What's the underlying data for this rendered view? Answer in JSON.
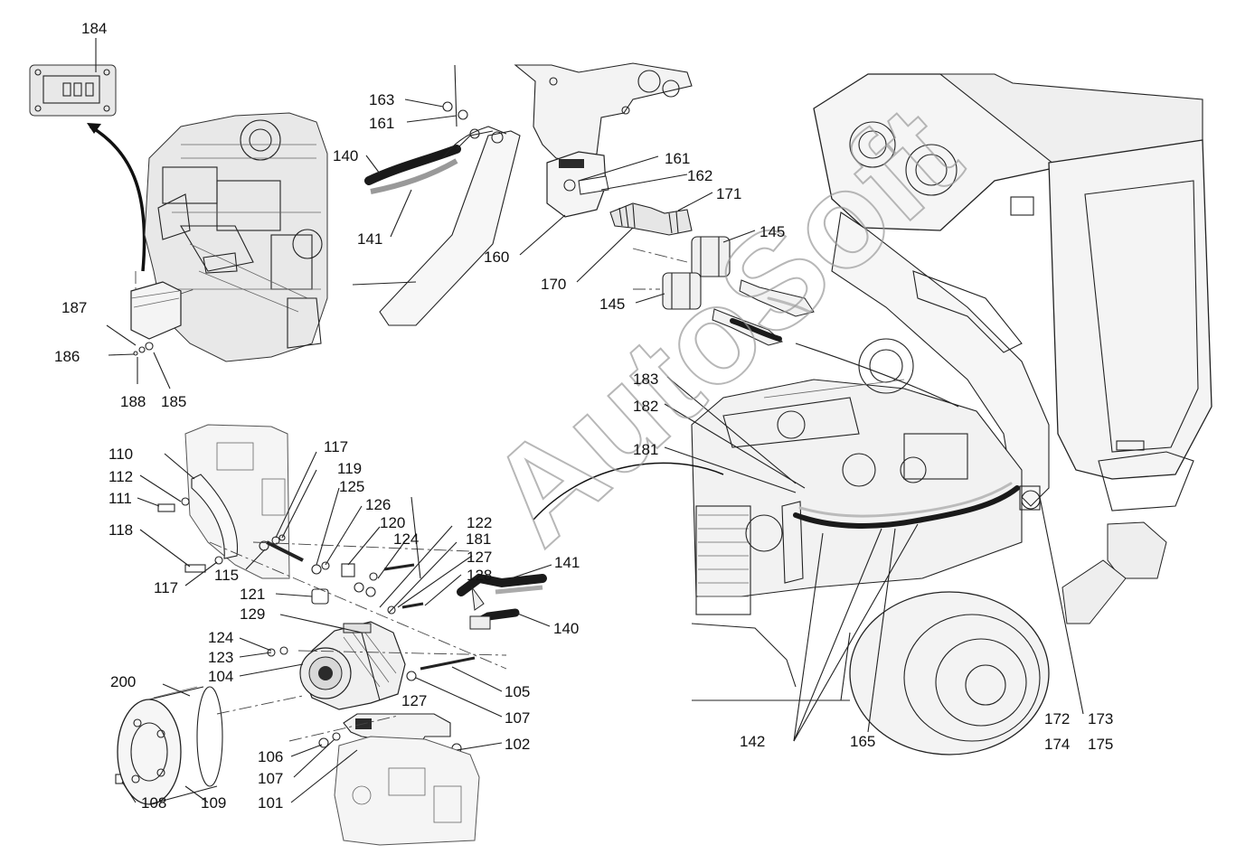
{
  "watermark": "AutoSoft",
  "labels": [
    {
      "id": "l184",
      "text": "184"
    },
    {
      "id": "l163",
      "text": "163"
    },
    {
      "id": "l161a",
      "text": "161"
    },
    {
      "id": "l140a",
      "text": "140"
    },
    {
      "id": "l141a",
      "text": "141"
    },
    {
      "id": "l160",
      "text": "160"
    },
    {
      "id": "l161b",
      "text": "161"
    },
    {
      "id": "l162",
      "text": "162"
    },
    {
      "id": "l171",
      "text": "171"
    },
    {
      "id": "l145a",
      "text": "145"
    },
    {
      "id": "l170",
      "text": "170"
    },
    {
      "id": "l145b",
      "text": "145"
    },
    {
      "id": "l187",
      "text": "187"
    },
    {
      "id": "l186",
      "text": "186"
    },
    {
      "id": "l188",
      "text": "188"
    },
    {
      "id": "l185",
      "text": "185"
    },
    {
      "id": "l183",
      "text": "183"
    },
    {
      "id": "l182",
      "text": "182"
    },
    {
      "id": "l181a",
      "text": "181"
    },
    {
      "id": "l110",
      "text": "110"
    },
    {
      "id": "l117a",
      "text": "117"
    },
    {
      "id": "l112",
      "text": "112"
    },
    {
      "id": "l119",
      "text": "119"
    },
    {
      "id": "l111",
      "text": "111"
    },
    {
      "id": "l125",
      "text": "125"
    },
    {
      "id": "l126",
      "text": "126"
    },
    {
      "id": "l118",
      "text": "118"
    },
    {
      "id": "l120",
      "text": "120"
    },
    {
      "id": "l122",
      "text": "122"
    },
    {
      "id": "l124a",
      "text": "124"
    },
    {
      "id": "l181b",
      "text": "181"
    },
    {
      "id": "l115",
      "text": "115"
    },
    {
      "id": "l127a",
      "text": "127"
    },
    {
      "id": "l117b",
      "text": "117"
    },
    {
      "id": "l141b",
      "text": "141"
    },
    {
      "id": "l128",
      "text": "128"
    },
    {
      "id": "l121",
      "text": "121"
    },
    {
      "id": "l129",
      "text": "129"
    },
    {
      "id": "l140b",
      "text": "140"
    },
    {
      "id": "l124b",
      "text": "124"
    },
    {
      "id": "l123",
      "text": "123"
    },
    {
      "id": "l104",
      "text": "104"
    },
    {
      "id": "l200",
      "text": "200"
    },
    {
      "id": "l127b",
      "text": "127"
    },
    {
      "id": "l105",
      "text": "105"
    },
    {
      "id": "l107a",
      "text": "107"
    },
    {
      "id": "l102",
      "text": "102"
    },
    {
      "id": "l106",
      "text": "106"
    },
    {
      "id": "l107b",
      "text": "107"
    },
    {
      "id": "l101",
      "text": "101"
    },
    {
      "id": "l108",
      "text": "108"
    },
    {
      "id": "l109",
      "text": "109"
    },
    {
      "id": "l142",
      "text": "142"
    },
    {
      "id": "l165",
      "text": "165"
    },
    {
      "id": "l172",
      "text": "172"
    },
    {
      "id": "l173",
      "text": "173"
    },
    {
      "id": "l174",
      "text": "174"
    },
    {
      "id": "l175",
      "text": "175"
    }
  ]
}
